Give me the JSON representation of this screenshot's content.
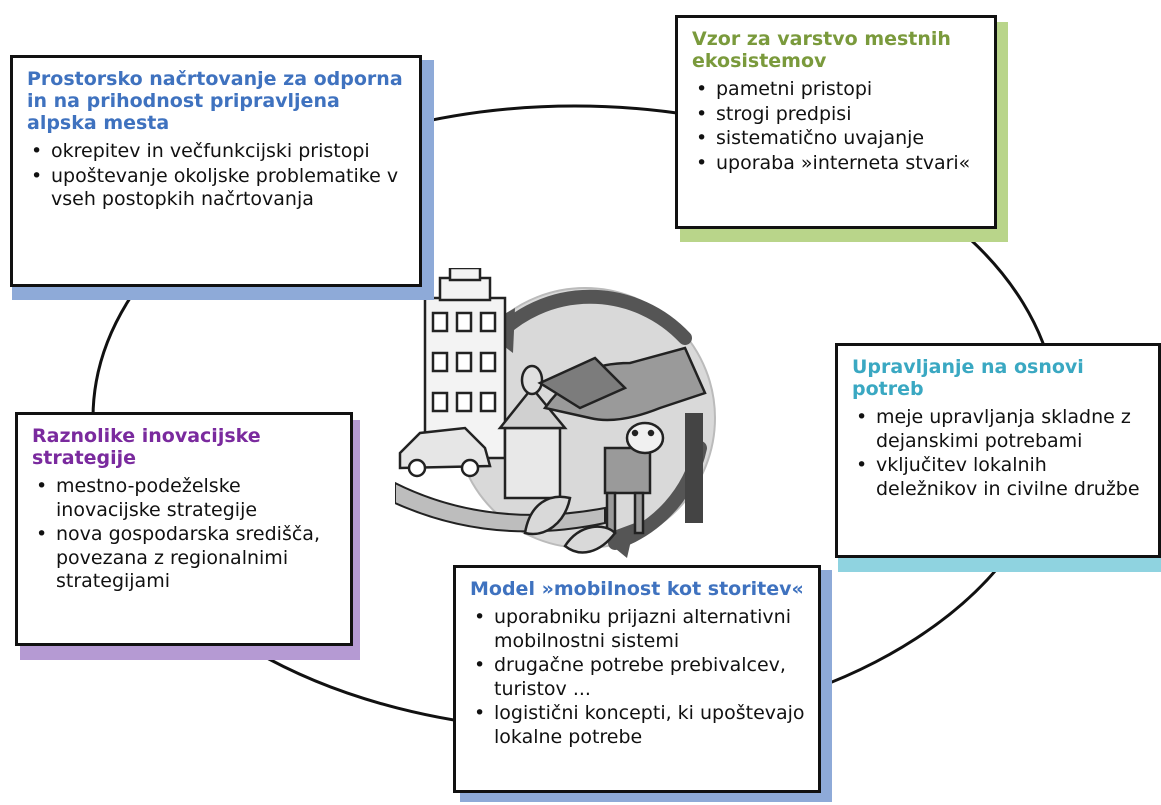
{
  "colors": {
    "blue": "#3f72bf",
    "blue_shadow": "#8eaad8",
    "green": "#7a9a3c",
    "green_shadow": "#b9d58a",
    "teal": "#3aa8c2",
    "teal_shadow": "#8fd3e0",
    "purple": "#7a2a9e",
    "purple_shadow": "#b59ad3",
    "ring": "#111111"
  },
  "boxes": {
    "spatial": {
      "title": "Prostorsko načrtovanje za odporna in na prihodnost pripravljena alpska mesta",
      "items": [
        "okrepitev in večfunkcijski pristopi",
        "upoštevanje okoljske problematike v vseh postopkih načrtovanja"
      ]
    },
    "ecosystems": {
      "title": "Vzor za varstvo mestnih ekosistemov",
      "items": [
        "pametni pristopi",
        "strogi predpisi",
        "sistematično uvajanje",
        "uporaba »interneta stvari«"
      ]
    },
    "governance": {
      "title": "Upravljanje na osnovi potreb",
      "items": [
        "meje upravljanja skladne z dejanskimi potrebami",
        "vključitev lokalnih deležnikov in civilne družbe"
      ]
    },
    "innovation": {
      "title": "Raznolike inovacijske strategije",
      "items": [
        "mestno-podeželske inovacijske strategije",
        "nova gospodarska središča, povezana z regionalnimi strategijami"
      ]
    },
    "mobility": {
      "title": "Model »mobilnost kot storitev«",
      "items": [
        "uporabniku prijazni alternativni mobilnostni sistemi",
        "drugačne potrebe prebivalcev, turistov ...",
        "logistični koncepti, ki upoštevajo lokalne potrebe"
      ]
    }
  },
  "center_illustration": {
    "icons": [
      "town-buildings-icon",
      "handshake-icon",
      "car-icon",
      "cow-icon",
      "leaves-icon",
      "circular-arrows-icon"
    ]
  }
}
